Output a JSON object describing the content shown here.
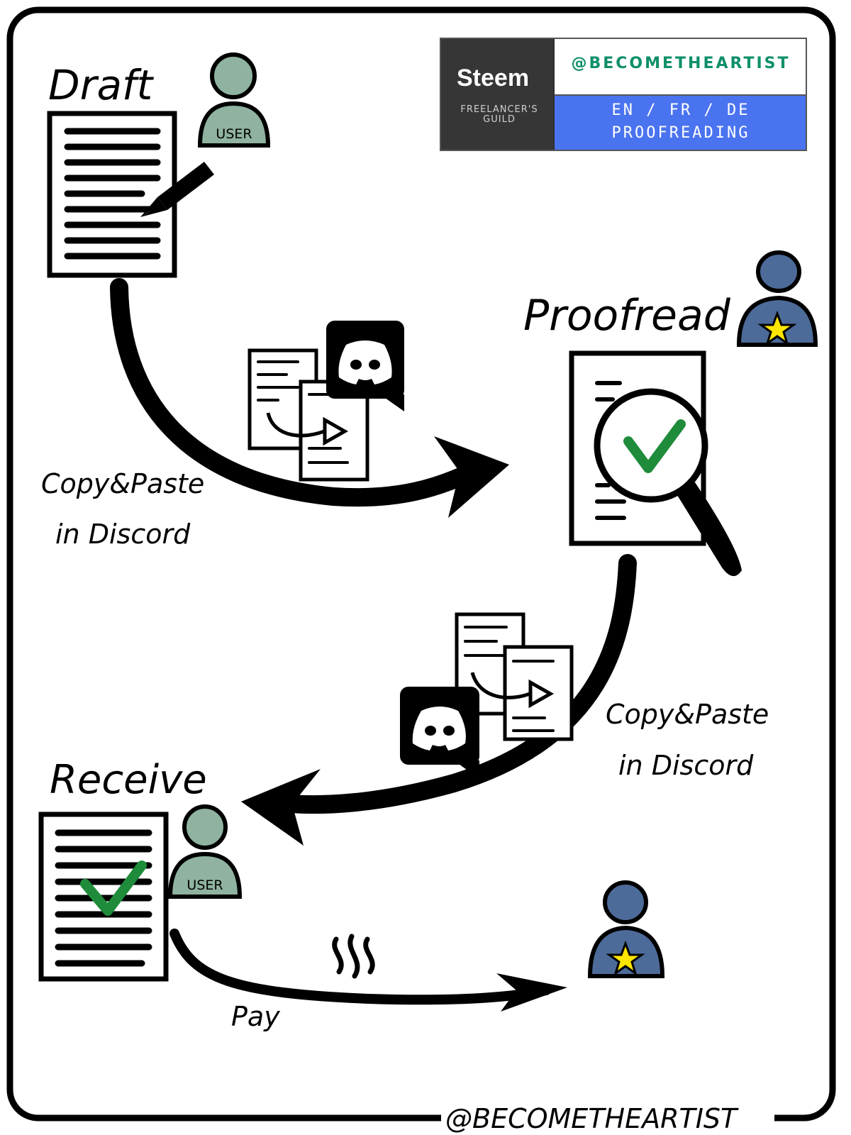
{
  "title_draft": "Draft",
  "title_proofread": "Proofread",
  "title_receive": "Receive",
  "user_badge": "USER",
  "copy_paste_1": {
    "line1": "Copy&Paste",
    "line2": "in Discord"
  },
  "copy_paste_2": {
    "line1": "Copy&Paste",
    "line2": "in Discord"
  },
  "pay_label": "Pay",
  "footer_handle": "@BECOMETHEARTIST",
  "badge": {
    "steem": "Steem",
    "guild_line1": "FREELANCER'S",
    "guild_line2": "GUILD",
    "handle": "@BECOMETHEARTIST",
    "langs": "EN / FR / DE",
    "service": "PROOFREADING"
  },
  "colors": {
    "user_fill": "#8fb3a0",
    "proofreader_fill": "#4d6b99",
    "star": "#ffe600",
    "check": "#1e8c3a",
    "badge_blue": "#4a73f0",
    "badge_handle": "#0e8f6a"
  },
  "icons": [
    "user-icon",
    "proofreader-icon",
    "discord-icon",
    "document-icon",
    "magnifier-icon",
    "checkmark-icon",
    "steem-icon"
  ]
}
